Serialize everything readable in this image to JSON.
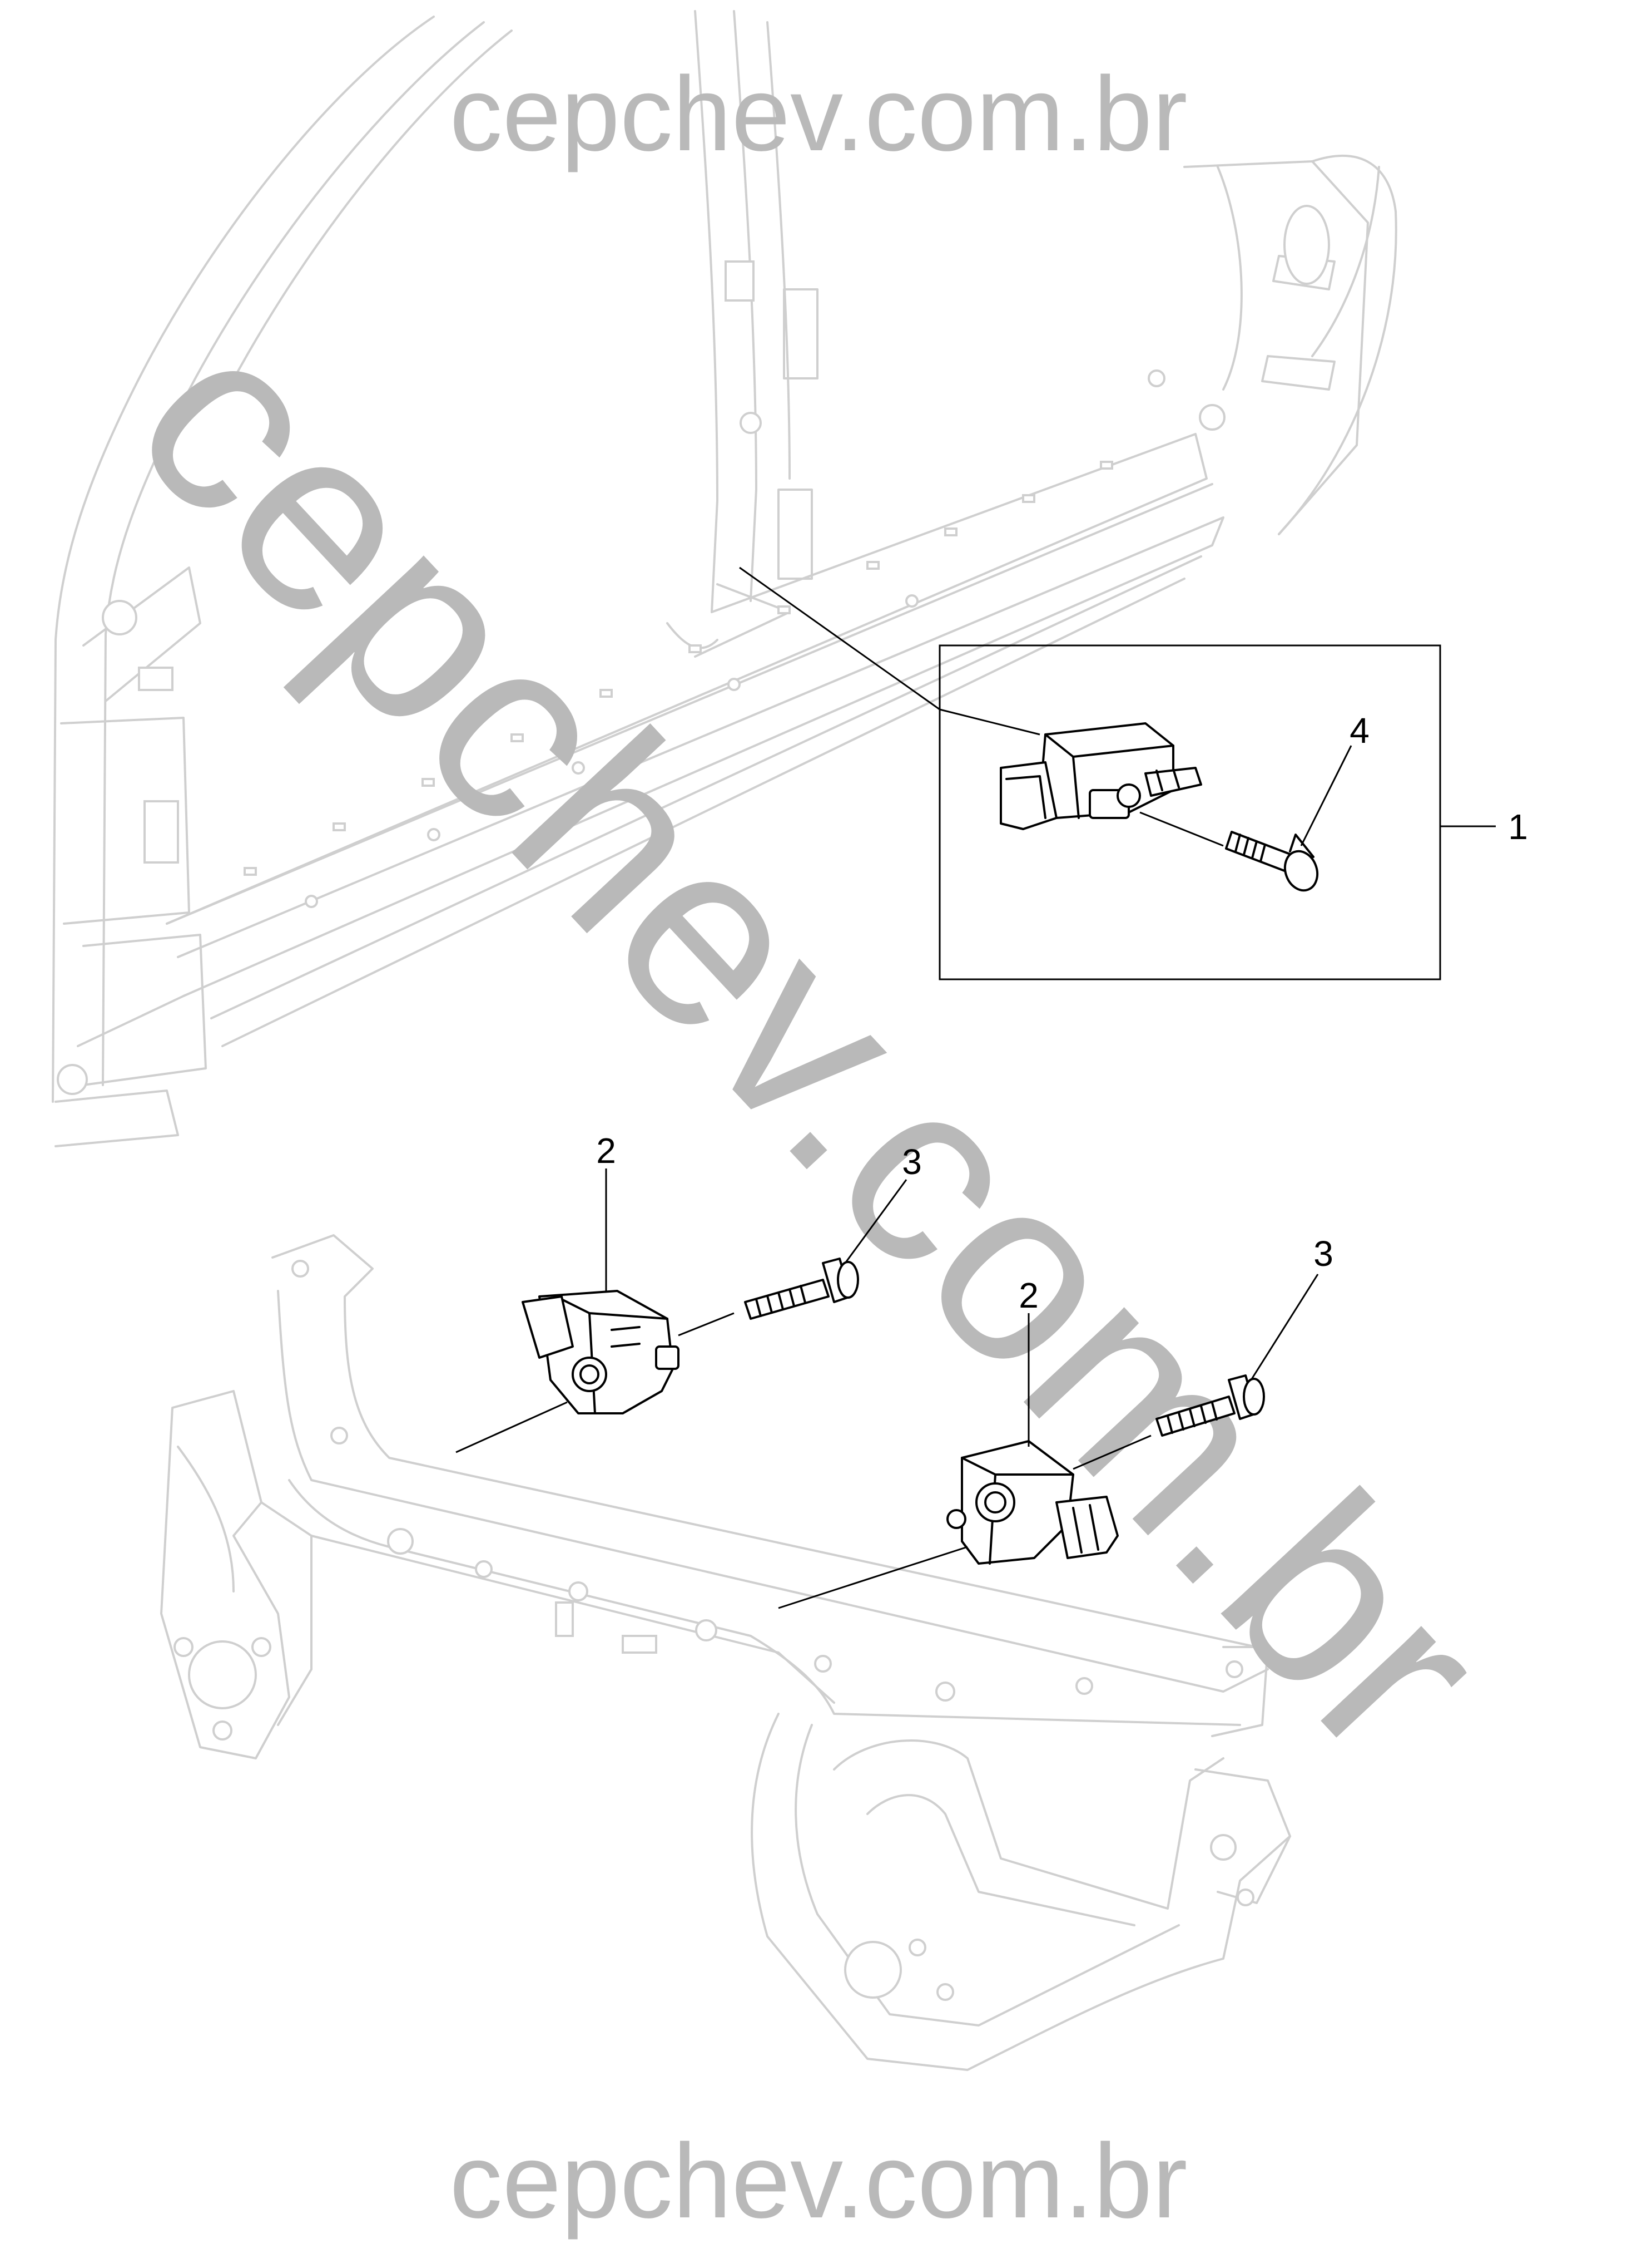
{
  "watermark": {
    "top": "cepchev.com.br",
    "diagonal": "cepchev.com.br",
    "bottom": "cepchev.com.br",
    "color": "#b9b9b9"
  },
  "callouts": {
    "c1": "1",
    "c2a": "2",
    "c2b": "2",
    "c3a": "3",
    "c3b": "3",
    "c4": "4"
  },
  "colors": {
    "body_lines": "#cfcfcf",
    "part_lines": "#000000",
    "background": "#ffffff"
  }
}
